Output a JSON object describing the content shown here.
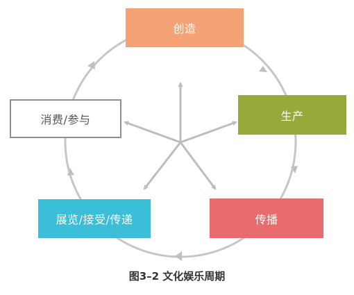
{
  "diagram": {
    "nodes": {
      "create": "创造",
      "produce": "生产",
      "spread": "传播",
      "exhibit": "展览/接受/传递",
      "consume": "消费/参与"
    },
    "caption": "图3–2 文化娱乐周期"
  },
  "colors": {
    "create": "#f6a277",
    "produce": "#96a93a",
    "spread": "#ea6b6e",
    "exhibit": "#3bbfd9",
    "consume_border": "#8f8f8f",
    "arrows": "#bdbdbd"
  }
}
